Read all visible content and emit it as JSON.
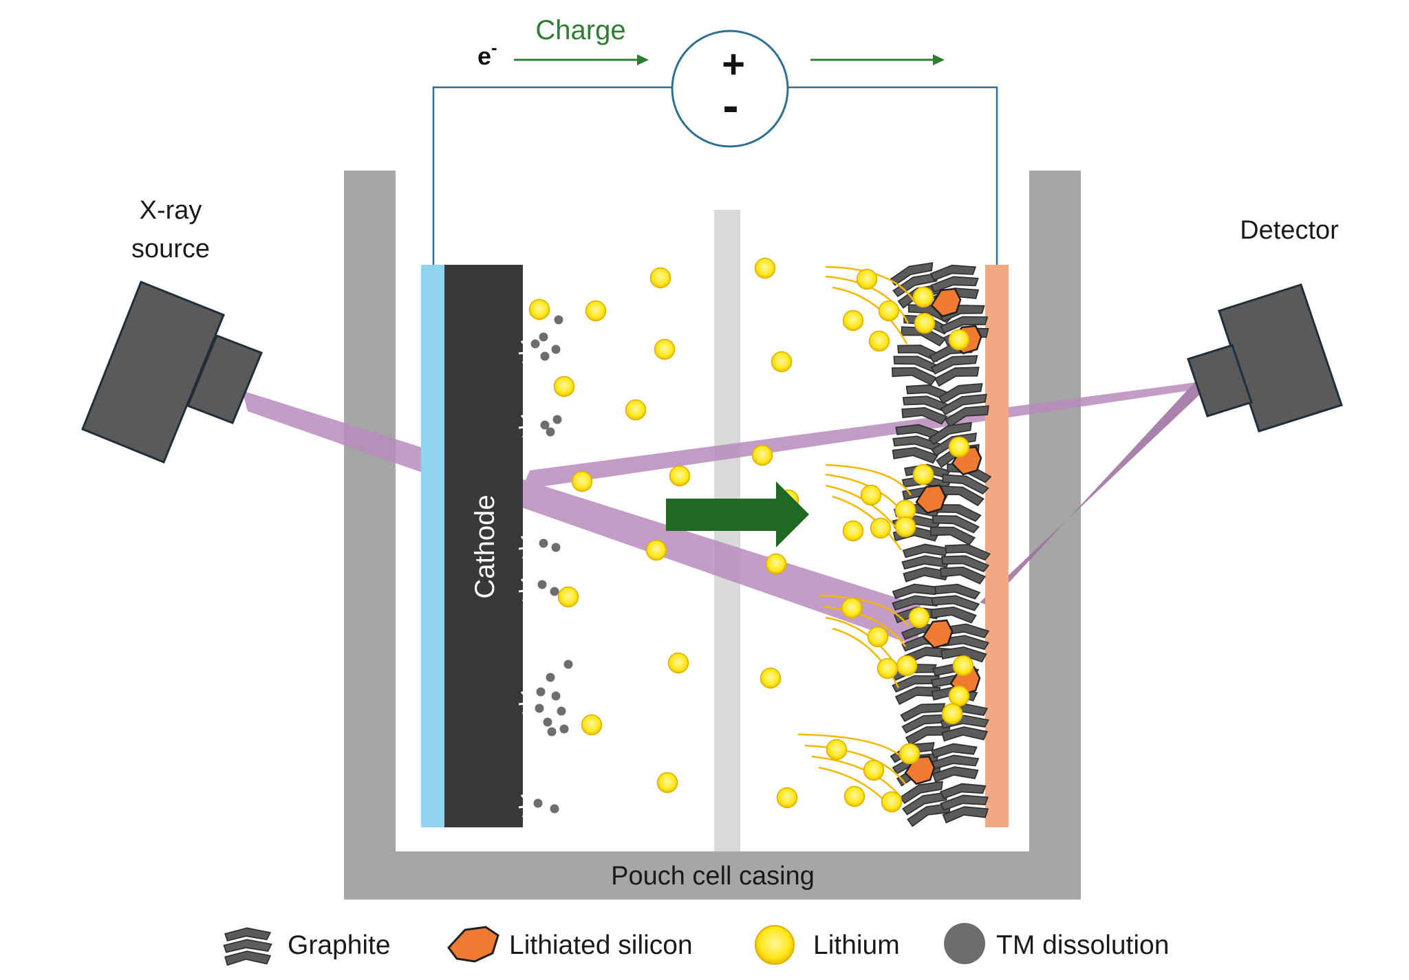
{
  "labels": {
    "electron": "e",
    "electron_sup": "-",
    "charge": "Charge",
    "plus": "+",
    "minus": "-",
    "xray_line1": "X-ray",
    "xray_line2": "source",
    "detector": "Detector",
    "cathode": "Cathode",
    "casing": "Pouch cell casing"
  },
  "legend": {
    "graphite": "Graphite",
    "silicon": "Lithiated silicon",
    "lithium": "Lithium",
    "tm": "TM dissolution"
  },
  "colors": {
    "charge_green": "#2e7d32",
    "arrow_green": "#1e6a22",
    "casing_gray": "#a6a6a6",
    "separator_gray": "#d9d9d9",
    "cathode_dark": "#383838",
    "cathode_collector_blue": "#8fd3f1",
    "anode_collector_peach": "#f2a881",
    "graphite_gray": "#5d5d5d",
    "silicon_orange": "#ef7a32",
    "lithium_yellow": "#ffeb16",
    "xray_beam_purple": "#b98bbd",
    "wire_blue": "#2f6f8f"
  }
}
